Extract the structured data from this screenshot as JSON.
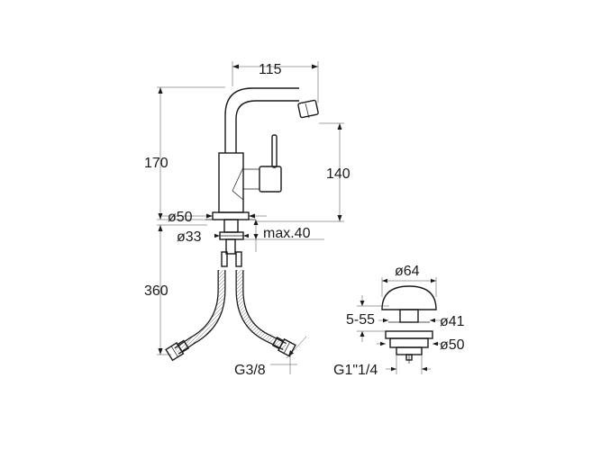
{
  "dimensions": {
    "width_top": "115",
    "height_total": "170",
    "height_spout": "140",
    "dia_base": "ø50",
    "dia_hole": "ø33",
    "max_thickness": "max.40",
    "hose_length": "360",
    "hose_thread": "G3/8",
    "waste_dia_cap": "ø64",
    "waste_range": "5-55",
    "waste_dia_mid": "ø41",
    "waste_dia_flange": "ø50",
    "waste_thread": "G1\"1/4"
  }
}
